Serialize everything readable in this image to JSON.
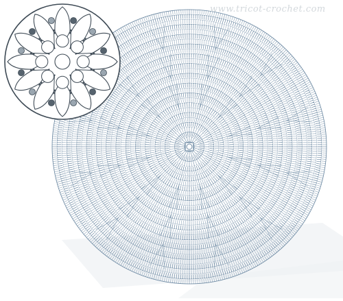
{
  "watermark": {
    "text": "www.tricot-crochet.com"
  },
  "colors": {
    "background": "#ffffff",
    "stitch": "#6e8aa3",
    "stitch_light": "#9fb2c3",
    "inset_outline": "#3e4a55",
    "inset_dot_dark": "#56636e",
    "inset_dot_mid": "#9aa6b0",
    "shadow": "#eef1f3",
    "watermark": "#d3d8dc"
  },
  "diagram": {
    "rounds": 28,
    "radial_sections": 24,
    "center_mark": "square-ring"
  },
  "inset": {
    "petal_layers": 2,
    "petals_per_layer": 12,
    "outer_dots": 12
  }
}
